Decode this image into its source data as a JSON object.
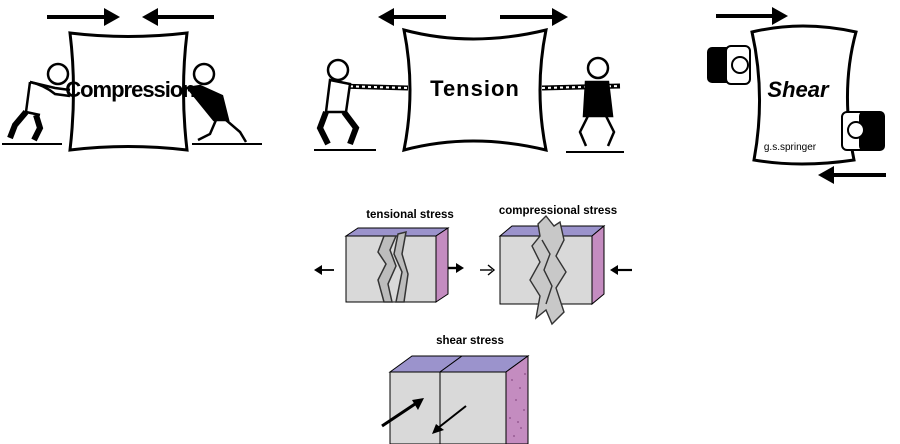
{
  "top": {
    "compression": {
      "label": "Compression"
    },
    "tension": {
      "label": "Tension"
    },
    "shear": {
      "label": "Shear",
      "credit": "g.s.springer"
    }
  },
  "bottom": {
    "tensional": {
      "label": "tensional stress"
    },
    "compressional": {
      "label": "compressional stress"
    },
    "shear": {
      "label": "shear stress"
    }
  },
  "colors": {
    "block_front": "#d9d9d9",
    "block_top": "#9b93cc",
    "block_side": "#c48cc0",
    "ink": "#000000"
  }
}
